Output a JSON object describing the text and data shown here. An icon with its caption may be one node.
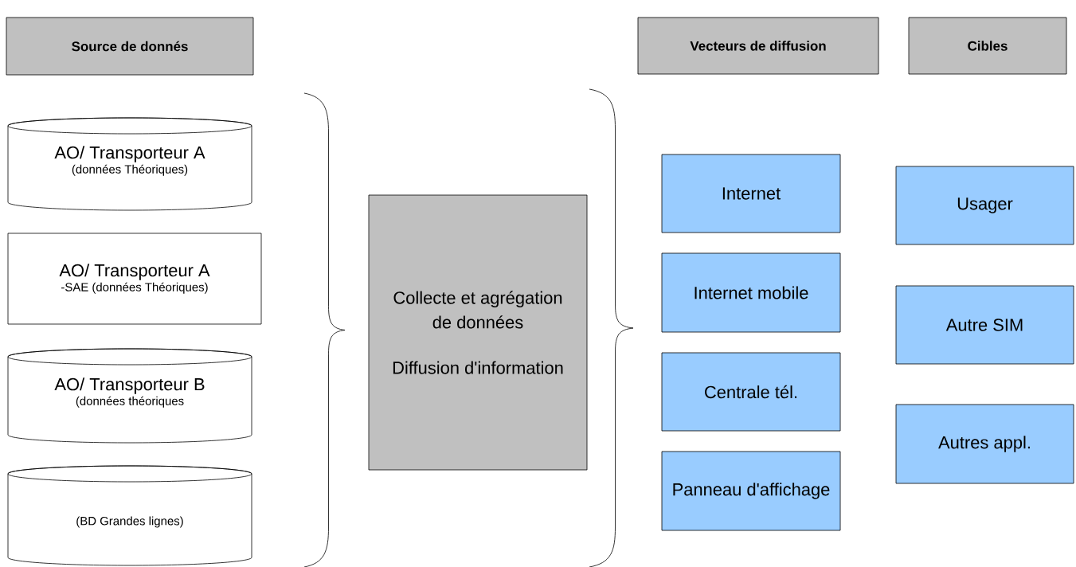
{
  "diagram": {
    "nodes": [
      {
        "text": [
          "Source de donnés"
        ]
      },
      {
        "text": [
          "Vecteurs de diffusion"
        ]
      },
      {
        "text": [
          "Cibles"
        ]
      },
      {
        "text": [
          "AO/ Transporteur A",
          "(données Théoriques)"
        ]
      },
      {
        "text": [
          "AO/ Transporteur A",
          "-SAE (données Théoriques)"
        ]
      },
      {
        "text": [
          "AO/ Transporteur B",
          "(données théoriques"
        ]
      },
      {
        "text": [
          "(BD Grandes lignes)"
        ]
      },
      {
        "text": [
          "Collecte et agrégation de données",
          "Diffusion d'information"
        ]
      },
      {
        "text": [
          "Internet"
        ]
      },
      {
        "text": [
          "Internet mobile"
        ]
      },
      {
        "text": [
          "Centrale tél."
        ]
      },
      {
        "text": [
          "Panneau d'affichage"
        ]
      },
      {
        "text": [
          "Usager"
        ]
      },
      {
        "text": [
          "Autre SIM"
        ]
      },
      {
        "text": [
          "Autres appl."
        ]
      }
    ],
    "edges": []
  }
}
